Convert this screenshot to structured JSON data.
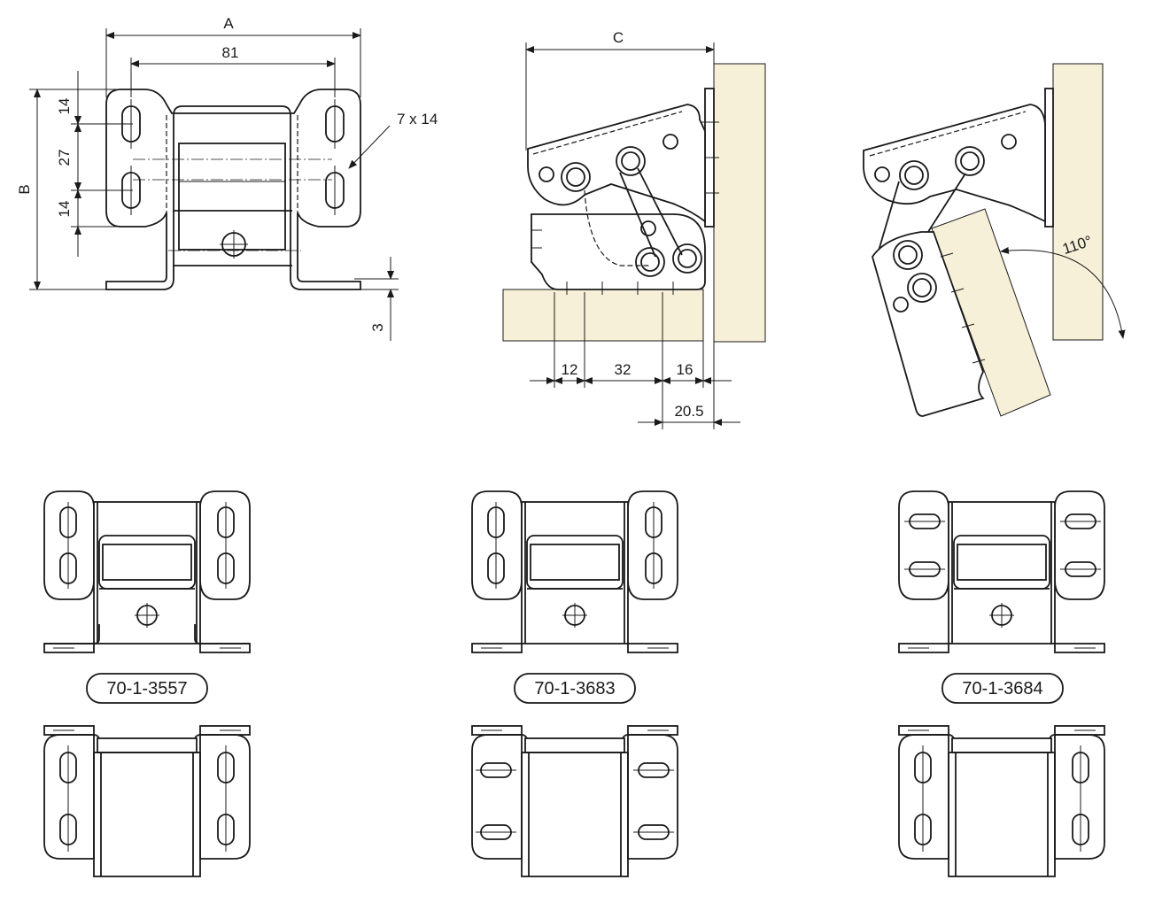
{
  "dimensions": {
    "a": "A",
    "width_81": "81",
    "b": "B",
    "slot_14_top": "14",
    "pitch_27": "27",
    "slot_14_bottom": "14",
    "slot_size": "7 x 14",
    "thickness_3": "3",
    "c": "C",
    "d12": "12",
    "d32": "32",
    "d16": "16",
    "d20_5": "20.5",
    "angle": "110°"
  },
  "parts": {
    "p1": "70-1-3557",
    "p2": "70-1-3683",
    "p3": "70-1-3684"
  },
  "colors": {
    "wood": "#f7f0d8",
    "line": "#1a1a1a"
  }
}
